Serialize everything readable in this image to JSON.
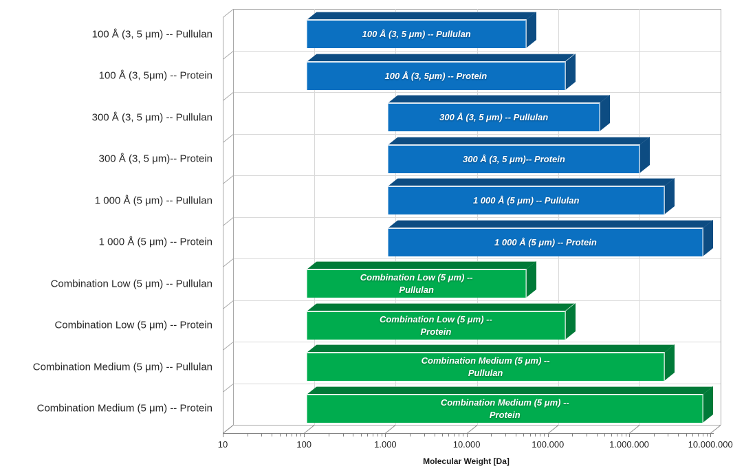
{
  "chart_data": {
    "type": "bar",
    "subtype": "horizontal-floating-range-3d",
    "title": "",
    "xlabel": "Molecular Weight [Da]",
    "x_scale": "log10",
    "xlim": [
      10,
      10000000
    ],
    "grid": true,
    "legend": false,
    "x_ticks": [
      {
        "value": 10,
        "label": "10"
      },
      {
        "value": 100,
        "label": "100"
      },
      {
        "value": 1000,
        "label": "1.000"
      },
      {
        "value": 10000,
        "label": "10.000"
      },
      {
        "value": 100000,
        "label": "100.000"
      },
      {
        "value": 1000000,
        "label": "1.000.000"
      },
      {
        "value": 10000000,
        "label": "10.000.000"
      }
    ],
    "series_colors": {
      "blue": {
        "front": "#0B70C1",
        "dark": "#0D4C82"
      },
      "green": {
        "front": "#00AC4E",
        "dark": "#007A38"
      }
    },
    "bars": [
      {
        "category": "100 Å (3, 5 μm) -- Pullulan",
        "bar_label": "100 Å (3, 5 μm) -- Pullulan",
        "start": 100,
        "end": 50000,
        "series": "blue"
      },
      {
        "category": "100 Å (3, 5μm) -- Protein",
        "bar_label": "100 Å (3, 5μm) -- Protein",
        "start": 100,
        "end": 150000,
        "series": "blue"
      },
      {
        "category": "300 Å (3, 5 μm) -- Pullulan",
        "bar_label": "300 Å (3, 5 μm) -- Pullulan",
        "start": 1000,
        "end": 400000,
        "series": "blue"
      },
      {
        "category": "300 Å (3, 5 μm)-- Protein",
        "bar_label": "300 Å (3, 5 μm)-- Protein",
        "start": 1000,
        "end": 1250000,
        "series": "blue"
      },
      {
        "category": "1 000 Å (5 μm) -- Pullulan",
        "bar_label": "1 000 Å (5 μm) -- Pullulan",
        "start": 1000,
        "end": 2500000,
        "series": "blue"
      },
      {
        "category": "1 000 Å (5 μm) -- Protein",
        "bar_label": "1 000 Å (5 μm) -- Protein",
        "start": 1000,
        "end": 7500000,
        "series": "blue"
      },
      {
        "category": "Combination Low (5 μm) -- Pullulan",
        "bar_label": "Combination Low (5 μm) --\nPullulan",
        "start": 100,
        "end": 50000,
        "series": "green"
      },
      {
        "category": "Combination Low (5 μm) -- Protein",
        "bar_label": "Combination Low (5 μm) --\nProtein",
        "start": 100,
        "end": 150000,
        "series": "green"
      },
      {
        "category": "Combination Medium (5 μm) -- Pullulan",
        "bar_label": "Combination Medium (5 μm) --\nPullulan",
        "start": 100,
        "end": 2500000,
        "series": "green"
      },
      {
        "category": "Combination Medium (5 μm) -- Protein",
        "bar_label": "Combination Medium (5 μm) --\nProtein",
        "start": 100,
        "end": 7500000,
        "series": "green"
      }
    ]
  }
}
